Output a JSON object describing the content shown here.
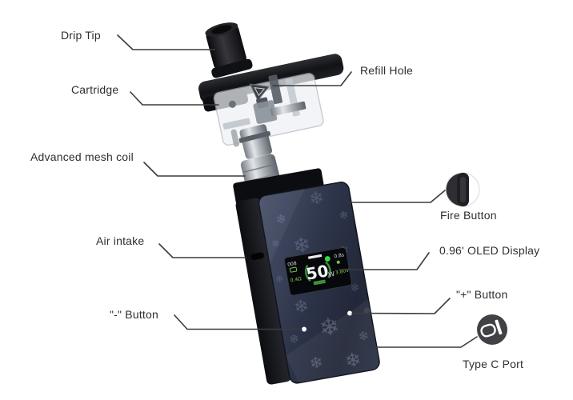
{
  "labels": {
    "drip_tip": "Drip Tip",
    "cartridge": "Cartridge",
    "mesh_coil": "Advanced mesh coil",
    "air_intake": "Air intake",
    "minus_button": "\"-\" Button",
    "refill_hole": "Refill Hole",
    "fire_button": "Fire Button",
    "oled_display": "0.96' OLED Display",
    "plus_button": "\"+\" Button",
    "type_c_port": "Type C Port"
  },
  "display": {
    "puff_count": "008",
    "resistance": "0.4Ω",
    "wattage": "50",
    "wattage_unit": "W",
    "puff_time": "0.8s",
    "voltage": "3.80V"
  },
  "icons": {
    "snowflake_glyph": "❄"
  },
  "colors": {
    "background": "#ffffff",
    "label_text": "#2e2e2e",
    "leader_line": "#3b3b3b",
    "body_panel": "#2b3244",
    "display_green": "#5abf3f",
    "display_white": "#f2f2f2"
  }
}
